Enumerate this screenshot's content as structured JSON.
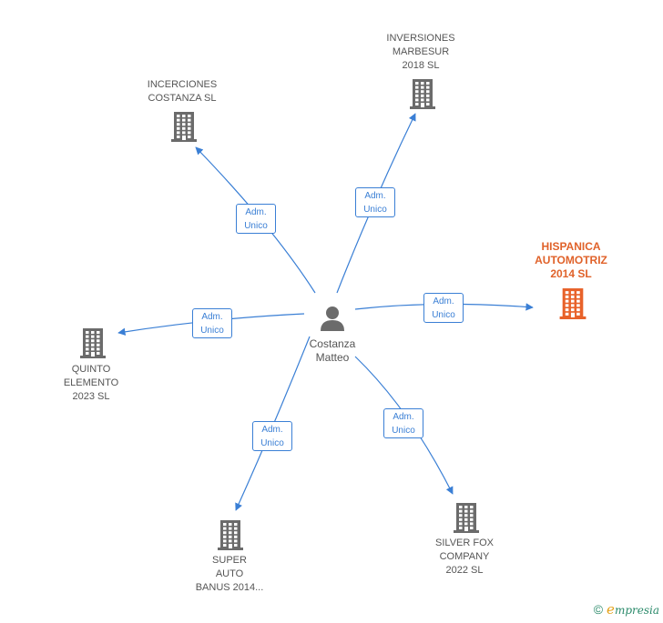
{
  "center": {
    "name_line1": "Costanza",
    "name_line2": "Matteo"
  },
  "companies": [
    {
      "id": "incerciones",
      "lines": [
        "INCERCIONES",
        "COSTANZA  SL"
      ],
      "highlight": false
    },
    {
      "id": "inversiones",
      "lines": [
        "INVERSIONES",
        "MARBESUR",
        "2018  SL"
      ],
      "highlight": false
    },
    {
      "id": "hispanica",
      "lines": [
        "HISPANICA",
        "AUTOMOTRIZ",
        "2014  SL"
      ],
      "highlight": true
    },
    {
      "id": "quinto",
      "lines": [
        "QUINTO",
        "ELEMENTO",
        "2023  SL"
      ],
      "highlight": false
    },
    {
      "id": "super",
      "lines": [
        "SUPER",
        "AUTO",
        "BANUS 2014..."
      ],
      "highlight": false
    },
    {
      "id": "silverfox",
      "lines": [
        "SILVER FOX",
        "COMPANY",
        "2022  SL"
      ],
      "highlight": false
    }
  ],
  "edge_label": {
    "line1": "Adm.",
    "line2": "Unico"
  },
  "colors": {
    "edge": "#3a7fd5",
    "building": "#6b6b6b",
    "highlight": "#e8622a",
    "person": "#6b6b6b"
  },
  "footer": {
    "copyright": "©",
    "brand_first": "e",
    "brand_rest": "mpresia"
  }
}
